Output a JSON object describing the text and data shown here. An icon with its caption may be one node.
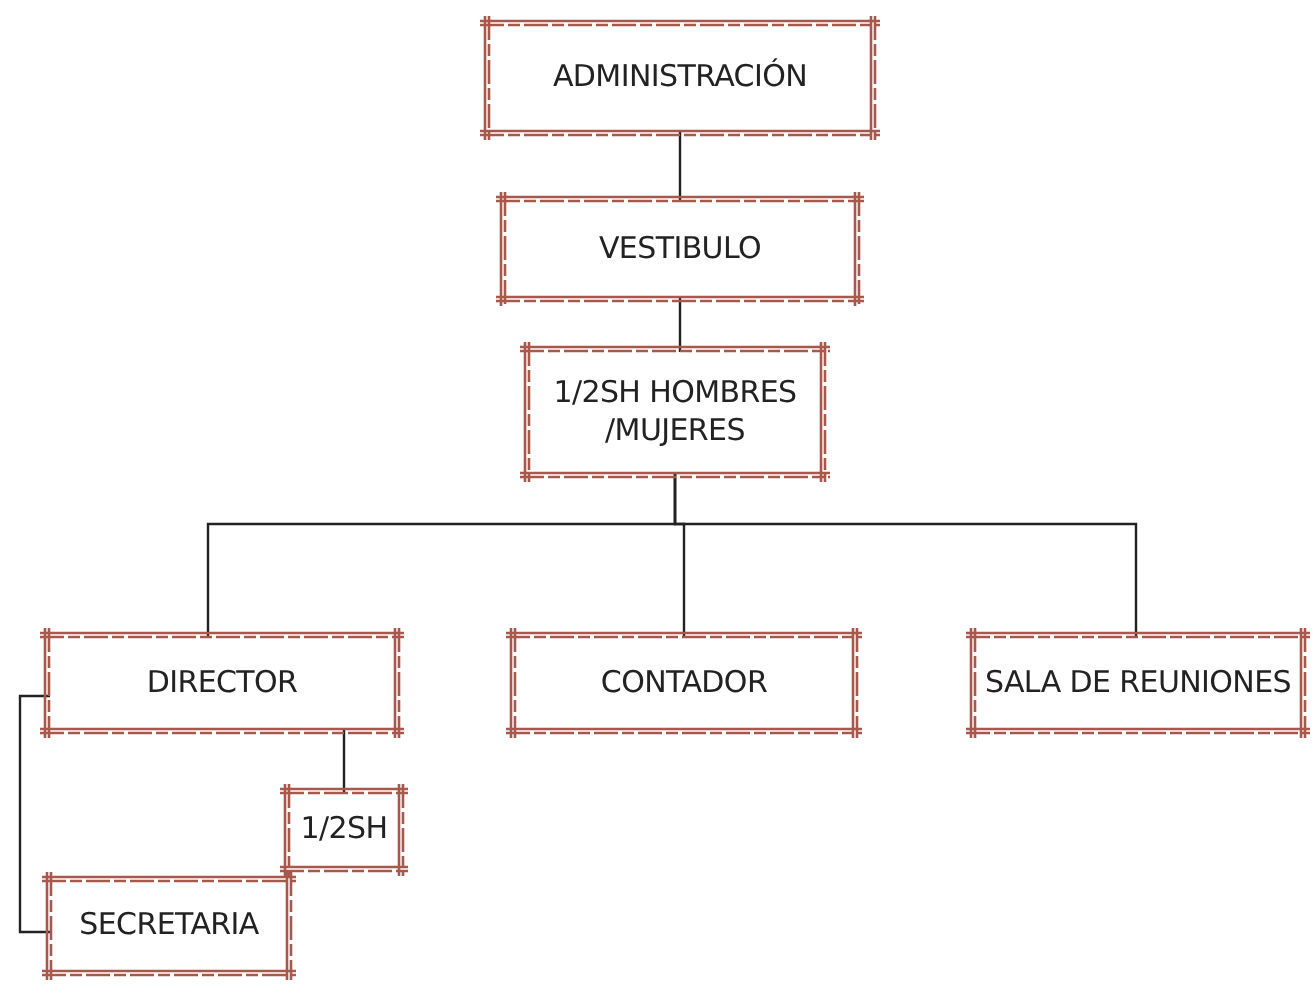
{
  "diagram": {
    "nodes": [
      {
        "text": [
          "ADMINISTRACIÓN"
        ]
      },
      {
        "text": [
          "VESTIBULO"
        ]
      },
      {
        "text": [
          "1/2SH HOMBRES /MUJERES"
        ]
      },
      {
        "text": [
          "DIRECTOR"
        ]
      },
      {
        "text": [
          "CONTADOR"
        ]
      },
      {
        "text": [
          "SALA DE REUNIONES"
        ]
      },
      {
        "text": [
          "1/2SH"
        ]
      },
      {
        "text": [
          "SECRETARIA"
        ]
      }
    ],
    "edges": [
      {
        "from": 0,
        "to": 1,
        "arrow": "none"
      },
      {
        "from": 1,
        "to": 2,
        "arrow": "none"
      },
      {
        "from": 2,
        "to": 3,
        "arrow": "none"
      },
      {
        "from": 2,
        "to": 4,
        "arrow": "none"
      },
      {
        "from": 2,
        "to": 5,
        "arrow": "none"
      },
      {
        "from": 3,
        "to": 6,
        "arrow": "none"
      },
      {
        "from": 3,
        "to": 7,
        "arrow": "none"
      }
    ]
  }
}
